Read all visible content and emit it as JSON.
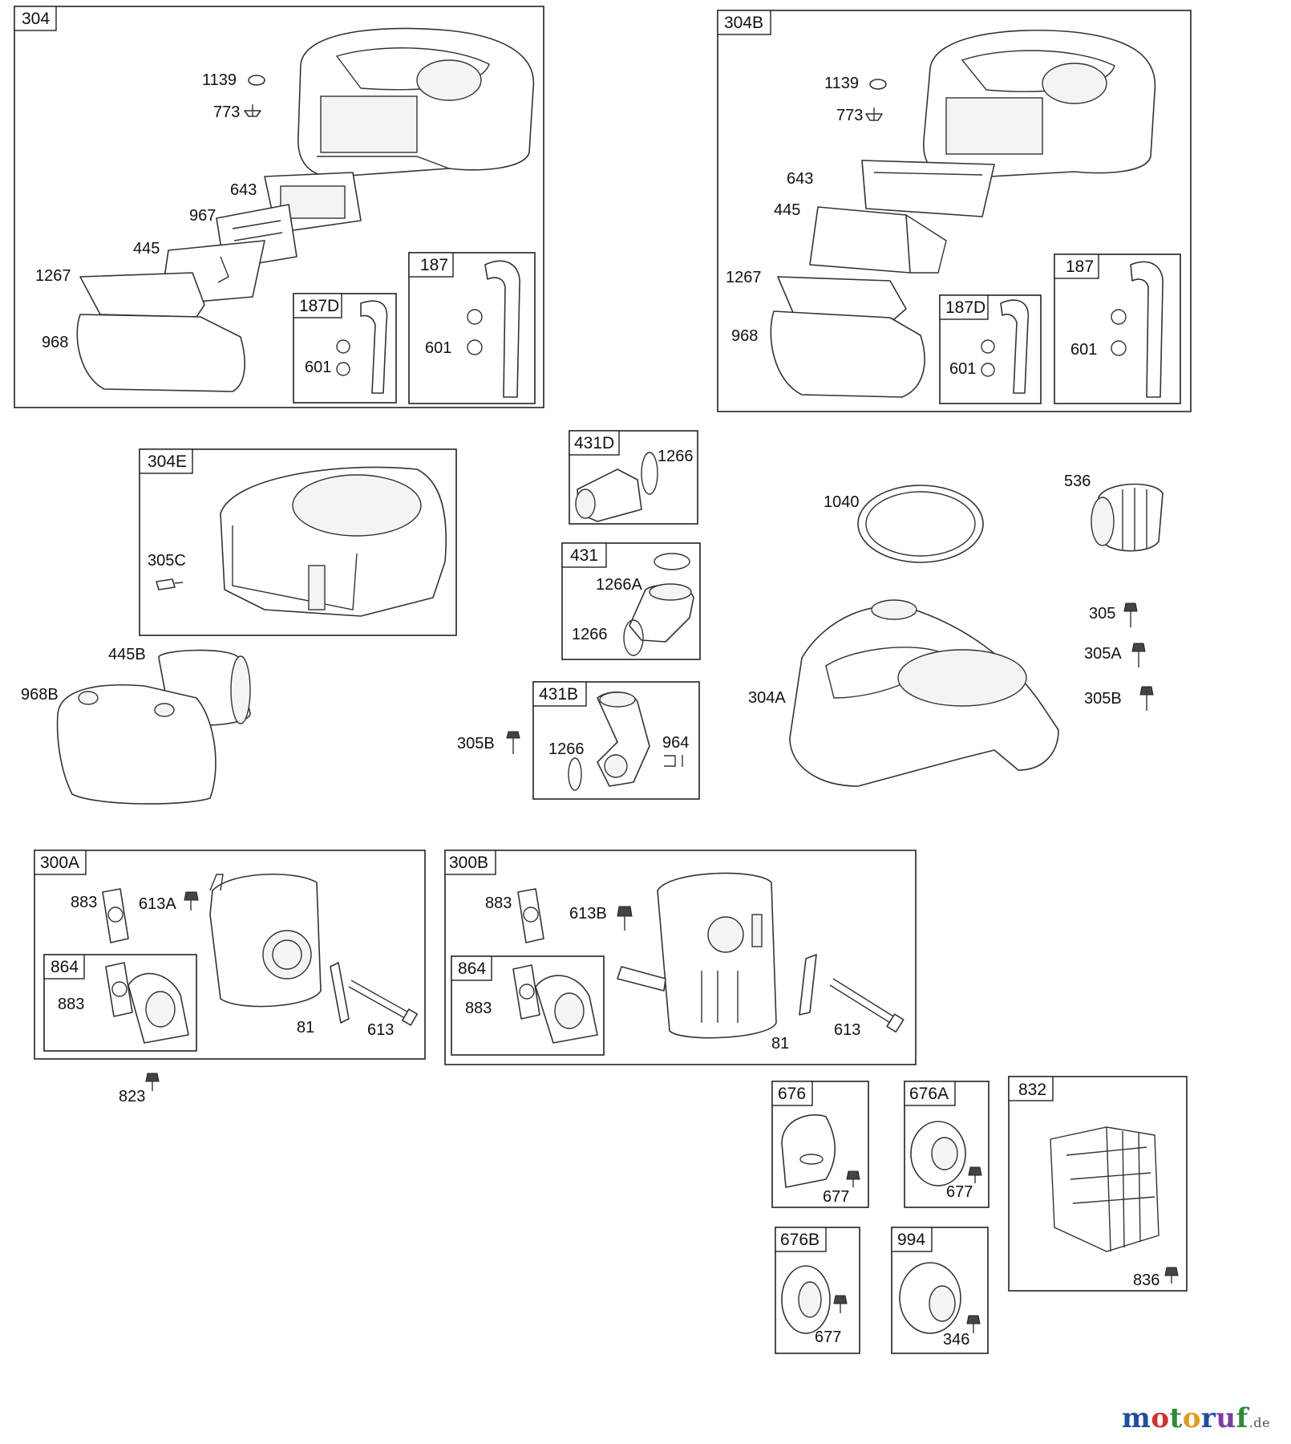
{
  "boxes": {
    "b304": "304",
    "b304b": "304B",
    "b304e": "304E",
    "b187d_a": "187D",
    "b187_a": "187",
    "b187d_b": "187D",
    "b187_b": "187",
    "b431d": "431D",
    "b431": "431",
    "b431b": "431B",
    "b300a": "300A",
    "b300b": "300B",
    "b864_a": "864",
    "b864_b": "864",
    "b676": "676",
    "b676a": "676A",
    "b676b": "676B",
    "b994": "994",
    "b832": "832"
  },
  "callouts": {
    "c1139_a": "1139",
    "c773_a": "773",
    "c643_a": "643",
    "c967": "967",
    "c445_a": "445",
    "c1267_a": "1267",
    "c968_a": "968",
    "c601_d1": "601",
    "c601_a": "601",
    "c1139_b": "1139",
    "c773_b": "773",
    "c643_b": "643",
    "c445_b": "445",
    "c1267_b": "1267",
    "c968_b": "968",
    "c601_d2": "601",
    "c601_b": "601",
    "c305c": "305C",
    "c445b": "445B",
    "c968b": "968B",
    "c1266_d": "1266",
    "c1266a": "1266A",
    "c1266_431": "1266",
    "c305b_l": "305B",
    "c1266_b": "1266",
    "c964": "964",
    "c1040": "1040",
    "c536": "536",
    "c305": "305",
    "c305a": "305A",
    "c305b_r": "305B",
    "c304a": "304A",
    "c883_a1": "883",
    "c613a": "613A",
    "c883_a2": "883",
    "c81_a": "81",
    "c613_a": "613",
    "c823": "823",
    "c883_b1": "883",
    "c613b": "613B",
    "c883_b2": "883",
    "c81_b": "81",
    "c613_b": "613",
    "c677_1": "677",
    "c677_2": "677",
    "c677_3": "677",
    "c346": "346",
    "c836": "836"
  },
  "brand": {
    "letters": [
      "m",
      "o",
      "t",
      "o",
      "r",
      "u",
      "f"
    ],
    "suffix": ".de",
    "colors": [
      "#1f4fa3",
      "#d0312d",
      "#2e8b3a",
      "#e39a1c",
      "#1f4fa3",
      "#7a3fa0",
      "#2e8b3a"
    ]
  }
}
